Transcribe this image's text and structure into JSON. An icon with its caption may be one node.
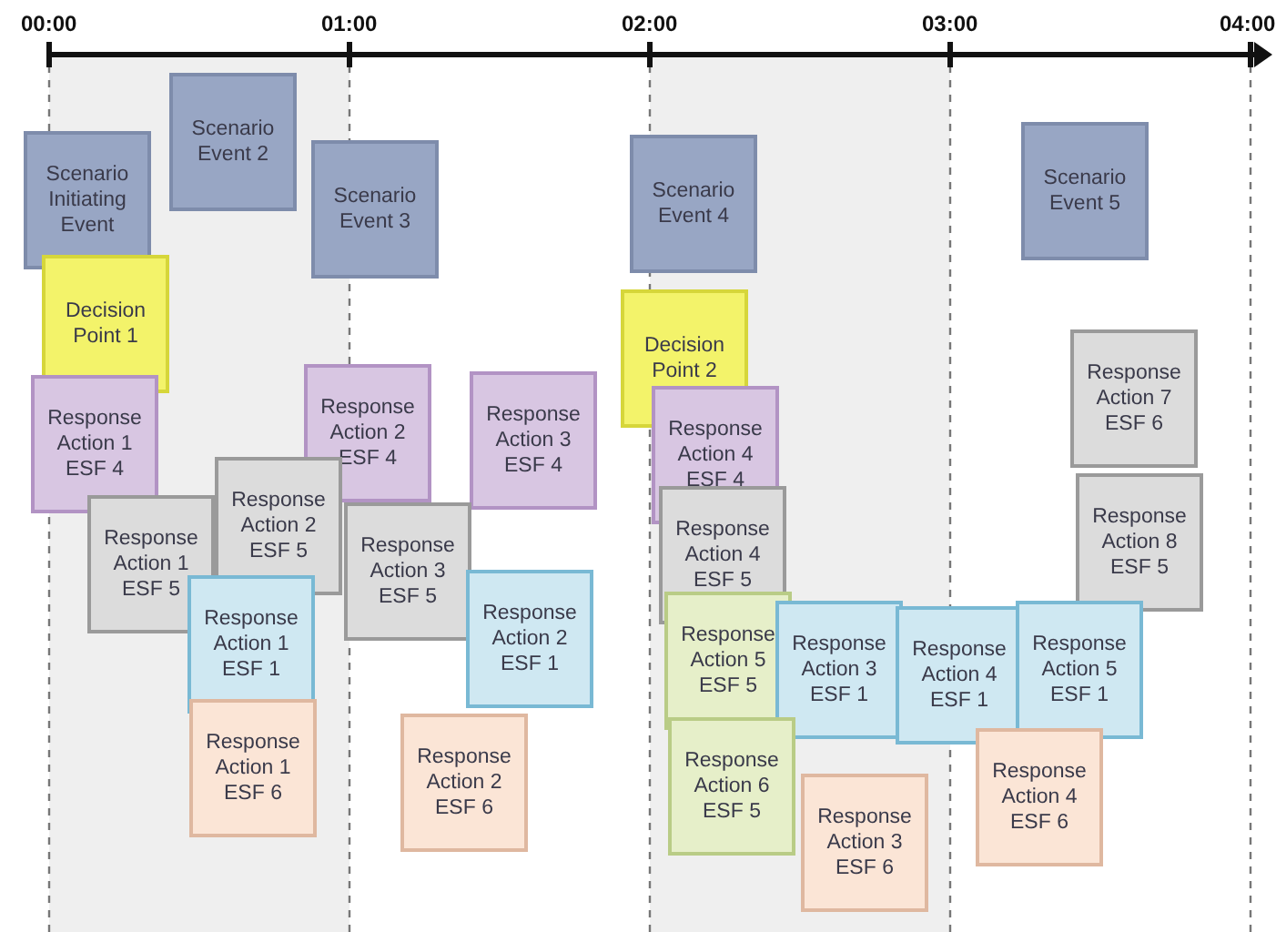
{
  "diagram": {
    "nodes": [
      {
        "text": [
          "Scenario Initiating Event"
        ]
      },
      {
        "text": [
          "Scenario Event 2"
        ]
      },
      {
        "text": [
          "Scenario Event 3"
        ]
      },
      {
        "text": [
          "Scenario Event 4"
        ]
      },
      {
        "text": [
          "Scenario Event 5"
        ]
      },
      {
        "text": [
          "Decision Point 1"
        ]
      },
      {
        "text": [
          "Decision Point 2"
        ]
      },
      {
        "text": [
          "Response Action 1 ESF 4"
        ]
      },
      {
        "text": [
          "Response Action 2 ESF 4"
        ]
      },
      {
        "text": [
          "Response Action 3 ESF 4"
        ]
      },
      {
        "text": [
          "Response Action 4 ESF 4"
        ]
      },
      {
        "text": [
          "Response Action 7 ESF 6"
        ]
      },
      {
        "text": [
          "Response Action 8 ESF 5"
        ]
      },
      {
        "text": [
          "Response Action 1 ESF 5"
        ]
      },
      {
        "text": [
          "Response Action 2 ESF 5"
        ]
      },
      {
        "text": [
          "Response Action 3 ESF 5"
        ]
      },
      {
        "text": [
          "Response Action 4 ESF 5"
        ]
      },
      {
        "text": [
          "Response Action 1 ESF 1"
        ]
      },
      {
        "text": [
          "Response Action 2 ESF 1"
        ]
      },
      {
        "text": [
          "Response Action 5 ESF 5"
        ]
      },
      {
        "text": [
          "Response Action 3 ESF 1"
        ]
      },
      {
        "text": [
          "Response Action 4 ESF 1"
        ]
      },
      {
        "text": [
          "Response Action 5 ESF 1"
        ]
      },
      {
        "text": [
          "Response Action 1 ESF 6"
        ]
      },
      {
        "text": [
          "Response Action 2 ESF 6"
        ]
      },
      {
        "text": [
          "Response Action 6 ESF 5"
        ]
      },
      {
        "text": [
          "Response Action 3 ESF 6"
        ]
      },
      {
        "text": [
          "Response Action 4 ESF 6"
        ]
      }
    ],
    "labels": [
      "00:00",
      "01:00",
      "02:00",
      "03:00",
      "04:00"
    ]
  }
}
